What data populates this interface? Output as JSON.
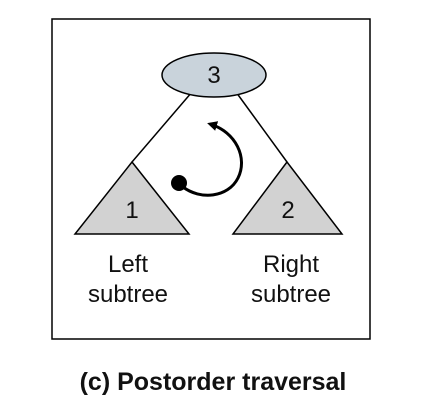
{
  "diagram": {
    "root": {
      "label": "3",
      "fill": "#c9d3db"
    },
    "left": {
      "label": "1",
      "fill": "#d2d2d2",
      "caption_line1": "Left",
      "caption_line2": "subtree"
    },
    "right": {
      "label": "2",
      "fill": "#d2d2d2",
      "caption_line1": "Right",
      "caption_line2": "subtree"
    },
    "arrow_icon": "curved-arrow-counterclockwise",
    "caption": "(c) Postorder traversal"
  }
}
